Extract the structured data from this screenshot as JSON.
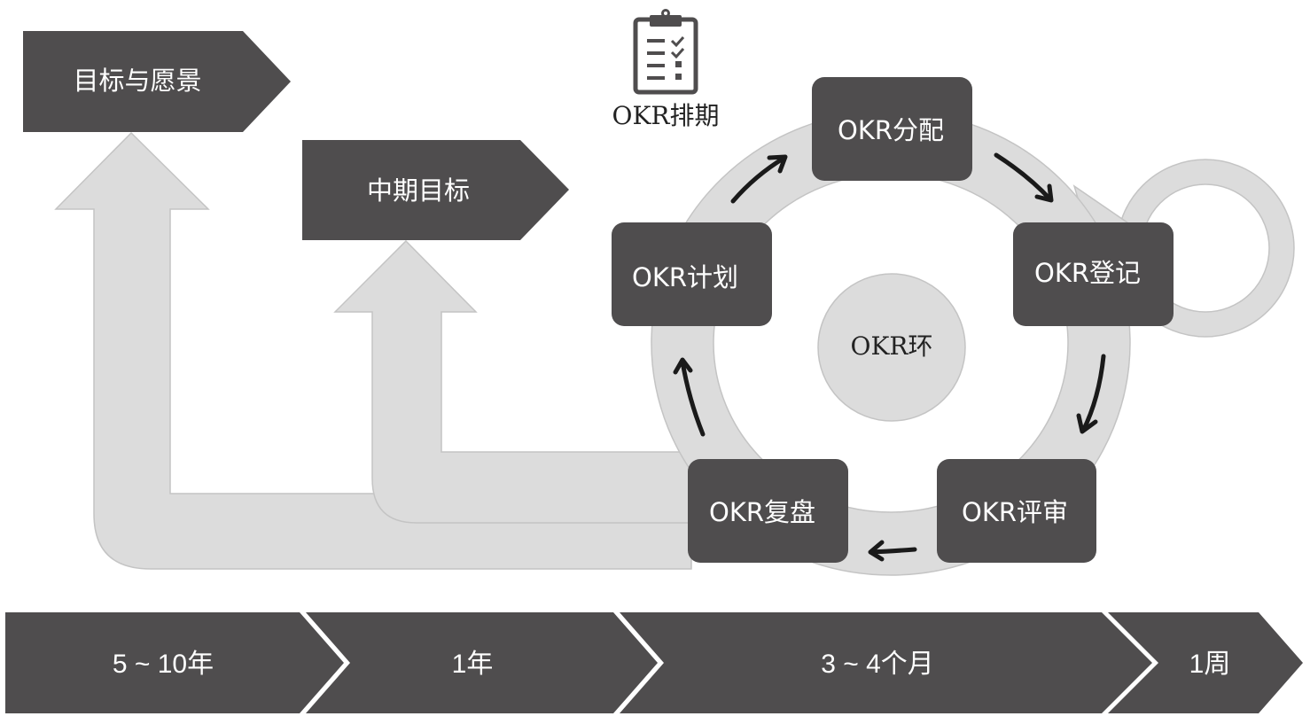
{
  "goals": {
    "long_term": "目标与愿景",
    "mid_term": "中期目标"
  },
  "schedule": {
    "icon": "clipboard-checklist-icon",
    "label": "OKR排期"
  },
  "okr_cycle": {
    "center_label": "OKR环",
    "steps": [
      {
        "id": "allocate",
        "label": "OKR分配"
      },
      {
        "id": "register",
        "label": "OKR登记"
      },
      {
        "id": "review",
        "label": "OKR评审"
      },
      {
        "id": "retrospect",
        "label": "OKR复盘"
      },
      {
        "id": "plan",
        "label": "OKR计划"
      }
    ]
  },
  "timeline": [
    {
      "label": "5 ~ 10年"
    },
    {
      "label": "1年"
    },
    {
      "label": "3 ~ 4个月"
    },
    {
      "label": "1周"
    }
  ],
  "colors": {
    "dark_fill": "#4f4d4e",
    "light_fill": "#dcdcdc",
    "arrow_stroke": "#1a1a1a"
  }
}
